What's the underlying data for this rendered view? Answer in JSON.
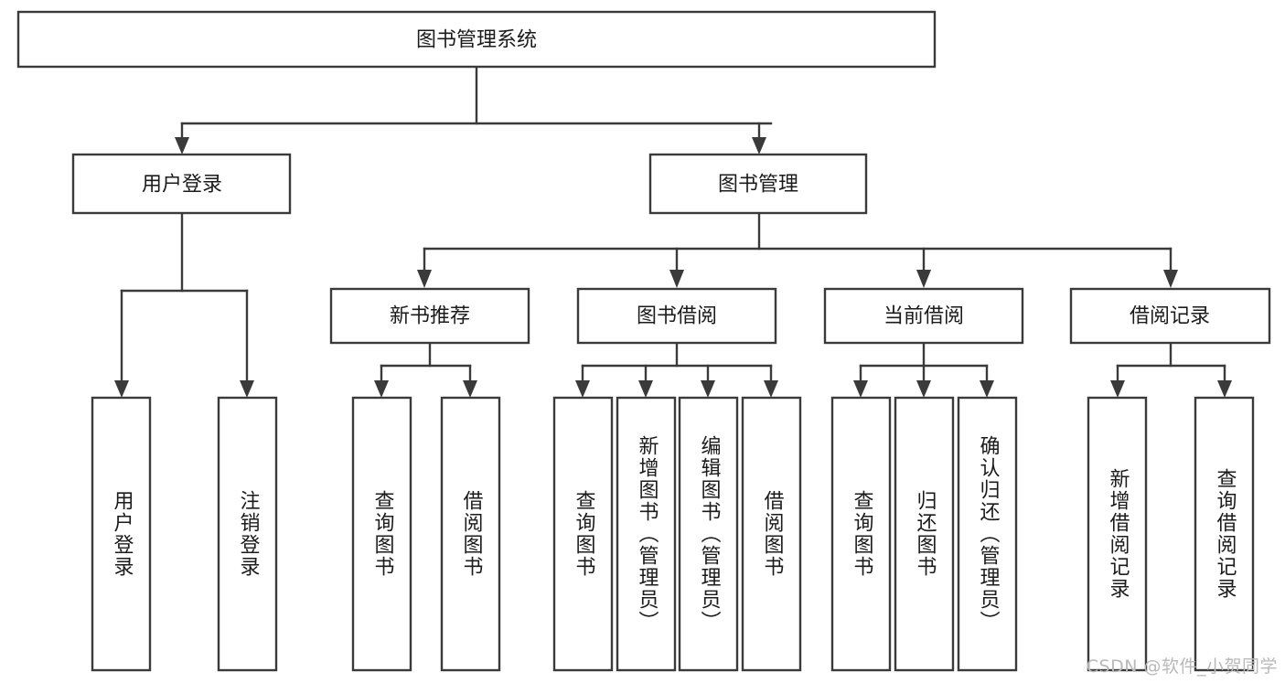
{
  "diagram": {
    "type": "tree-hierarchy",
    "title": "图书管理系统",
    "watermark": "CSDN @软件_小贺同学",
    "colors": {
      "stroke": "#3a3a3a",
      "fill": "#ffffff",
      "text": "#1b1b1b",
      "watermark": "#b9b9b9"
    },
    "levels": [
      {
        "level": 1,
        "nodes": [
          {
            "id": "root",
            "label": "图书管理系统",
            "orientation": "horizontal"
          }
        ]
      },
      {
        "level": 2,
        "nodes": [
          {
            "id": "user-login",
            "label": "用户登录",
            "orientation": "horizontal",
            "parent": "root"
          },
          {
            "id": "book-manage",
            "label": "图书管理",
            "orientation": "horizontal",
            "parent": "root"
          }
        ]
      },
      {
        "level": 3,
        "nodes": [
          {
            "id": "new-book-rec",
            "label": "新书推荐",
            "orientation": "horizontal",
            "parent": "book-manage"
          },
          {
            "id": "book-borrow",
            "label": "图书借阅",
            "orientation": "horizontal",
            "parent": "book-manage"
          },
          {
            "id": "current-borrow",
            "label": "当前借阅",
            "orientation": "horizontal",
            "parent": "book-manage"
          },
          {
            "id": "borrow-record",
            "label": "借阅记录",
            "orientation": "horizontal",
            "parent": "book-manage"
          }
        ]
      },
      {
        "level": 4,
        "nodes": [
          {
            "id": "leaf-user-login",
            "label": "用户登录",
            "orientation": "vertical",
            "parent": "user-login"
          },
          {
            "id": "leaf-logout",
            "label": "注销登录",
            "orientation": "vertical",
            "parent": "user-login"
          },
          {
            "id": "leaf-query-book-1",
            "label": "查询图书",
            "orientation": "vertical",
            "parent": "new-book-rec"
          },
          {
            "id": "leaf-borrow-book-1",
            "label": "借阅图书",
            "orientation": "vertical",
            "parent": "new-book-rec"
          },
          {
            "id": "leaf-query-book-2",
            "label": "查询图书",
            "orientation": "vertical",
            "parent": "book-borrow"
          },
          {
            "id": "leaf-add-book",
            "label": "新增图书（管理员）",
            "orientation": "vertical",
            "parent": "book-borrow"
          },
          {
            "id": "leaf-edit-book",
            "label": "编辑图书（管理员）",
            "orientation": "vertical",
            "parent": "book-borrow"
          },
          {
            "id": "leaf-borrow-book-2",
            "label": "借阅图书",
            "orientation": "vertical",
            "parent": "book-borrow"
          },
          {
            "id": "leaf-query-book-3",
            "label": "查询图书",
            "orientation": "vertical",
            "parent": "current-borrow"
          },
          {
            "id": "leaf-return-book",
            "label": "归还图书",
            "orientation": "vertical",
            "parent": "current-borrow"
          },
          {
            "id": "leaf-confirm-return",
            "label": "确认归还（管理员）",
            "orientation": "vertical",
            "parent": "current-borrow"
          },
          {
            "id": "leaf-add-record",
            "label": "新增借阅记录",
            "orientation": "vertical",
            "parent": "borrow-record"
          },
          {
            "id": "leaf-query-record",
            "label": "查询借阅记录",
            "orientation": "vertical",
            "parent": "borrow-record"
          }
        ]
      }
    ]
  }
}
